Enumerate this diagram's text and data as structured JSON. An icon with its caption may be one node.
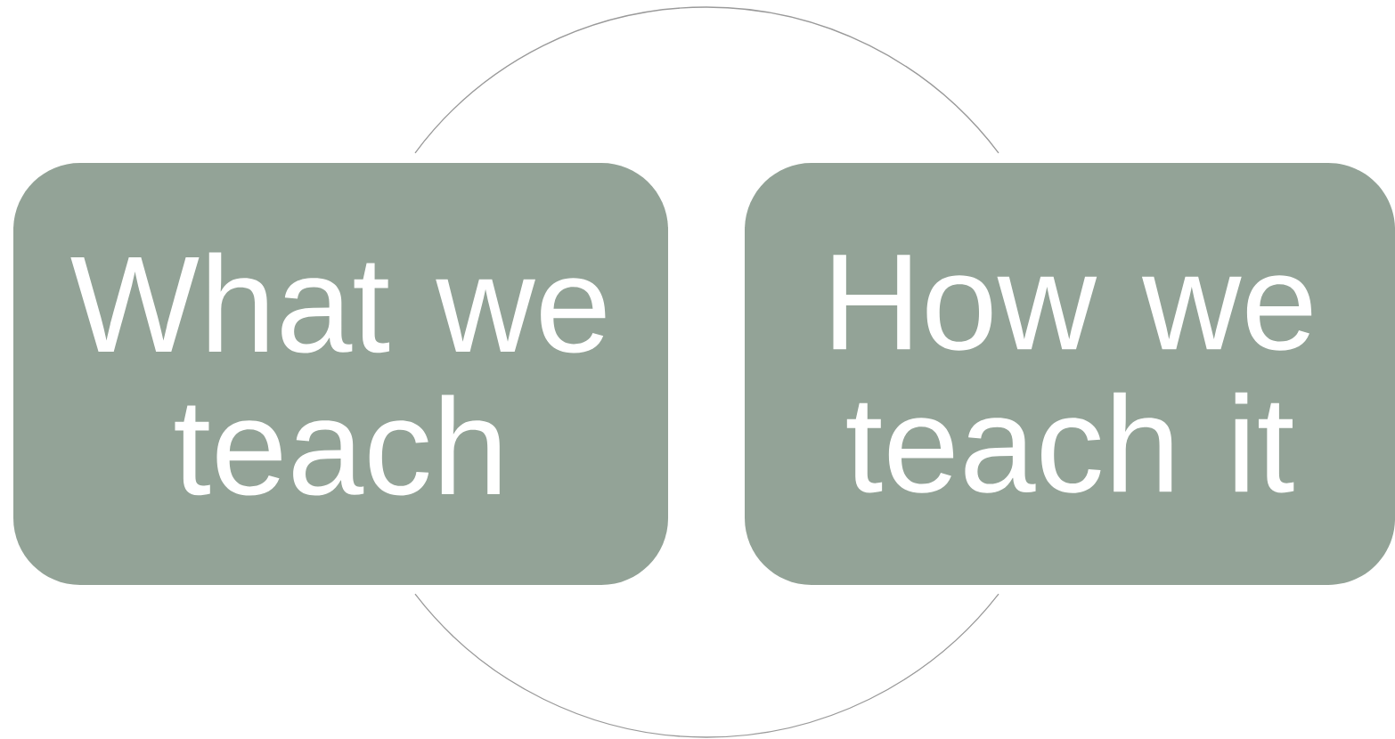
{
  "diagram": {
    "nodes": [
      {
        "text": [
          "What we teach"
        ]
      },
      {
        "text": [
          "How we teach it"
        ]
      }
    ],
    "edges": [
      {
        "from": 0,
        "to": 1,
        "arrow": "none"
      },
      {
        "from": 1,
        "to": 0,
        "arrow": "none"
      }
    ]
  }
}
